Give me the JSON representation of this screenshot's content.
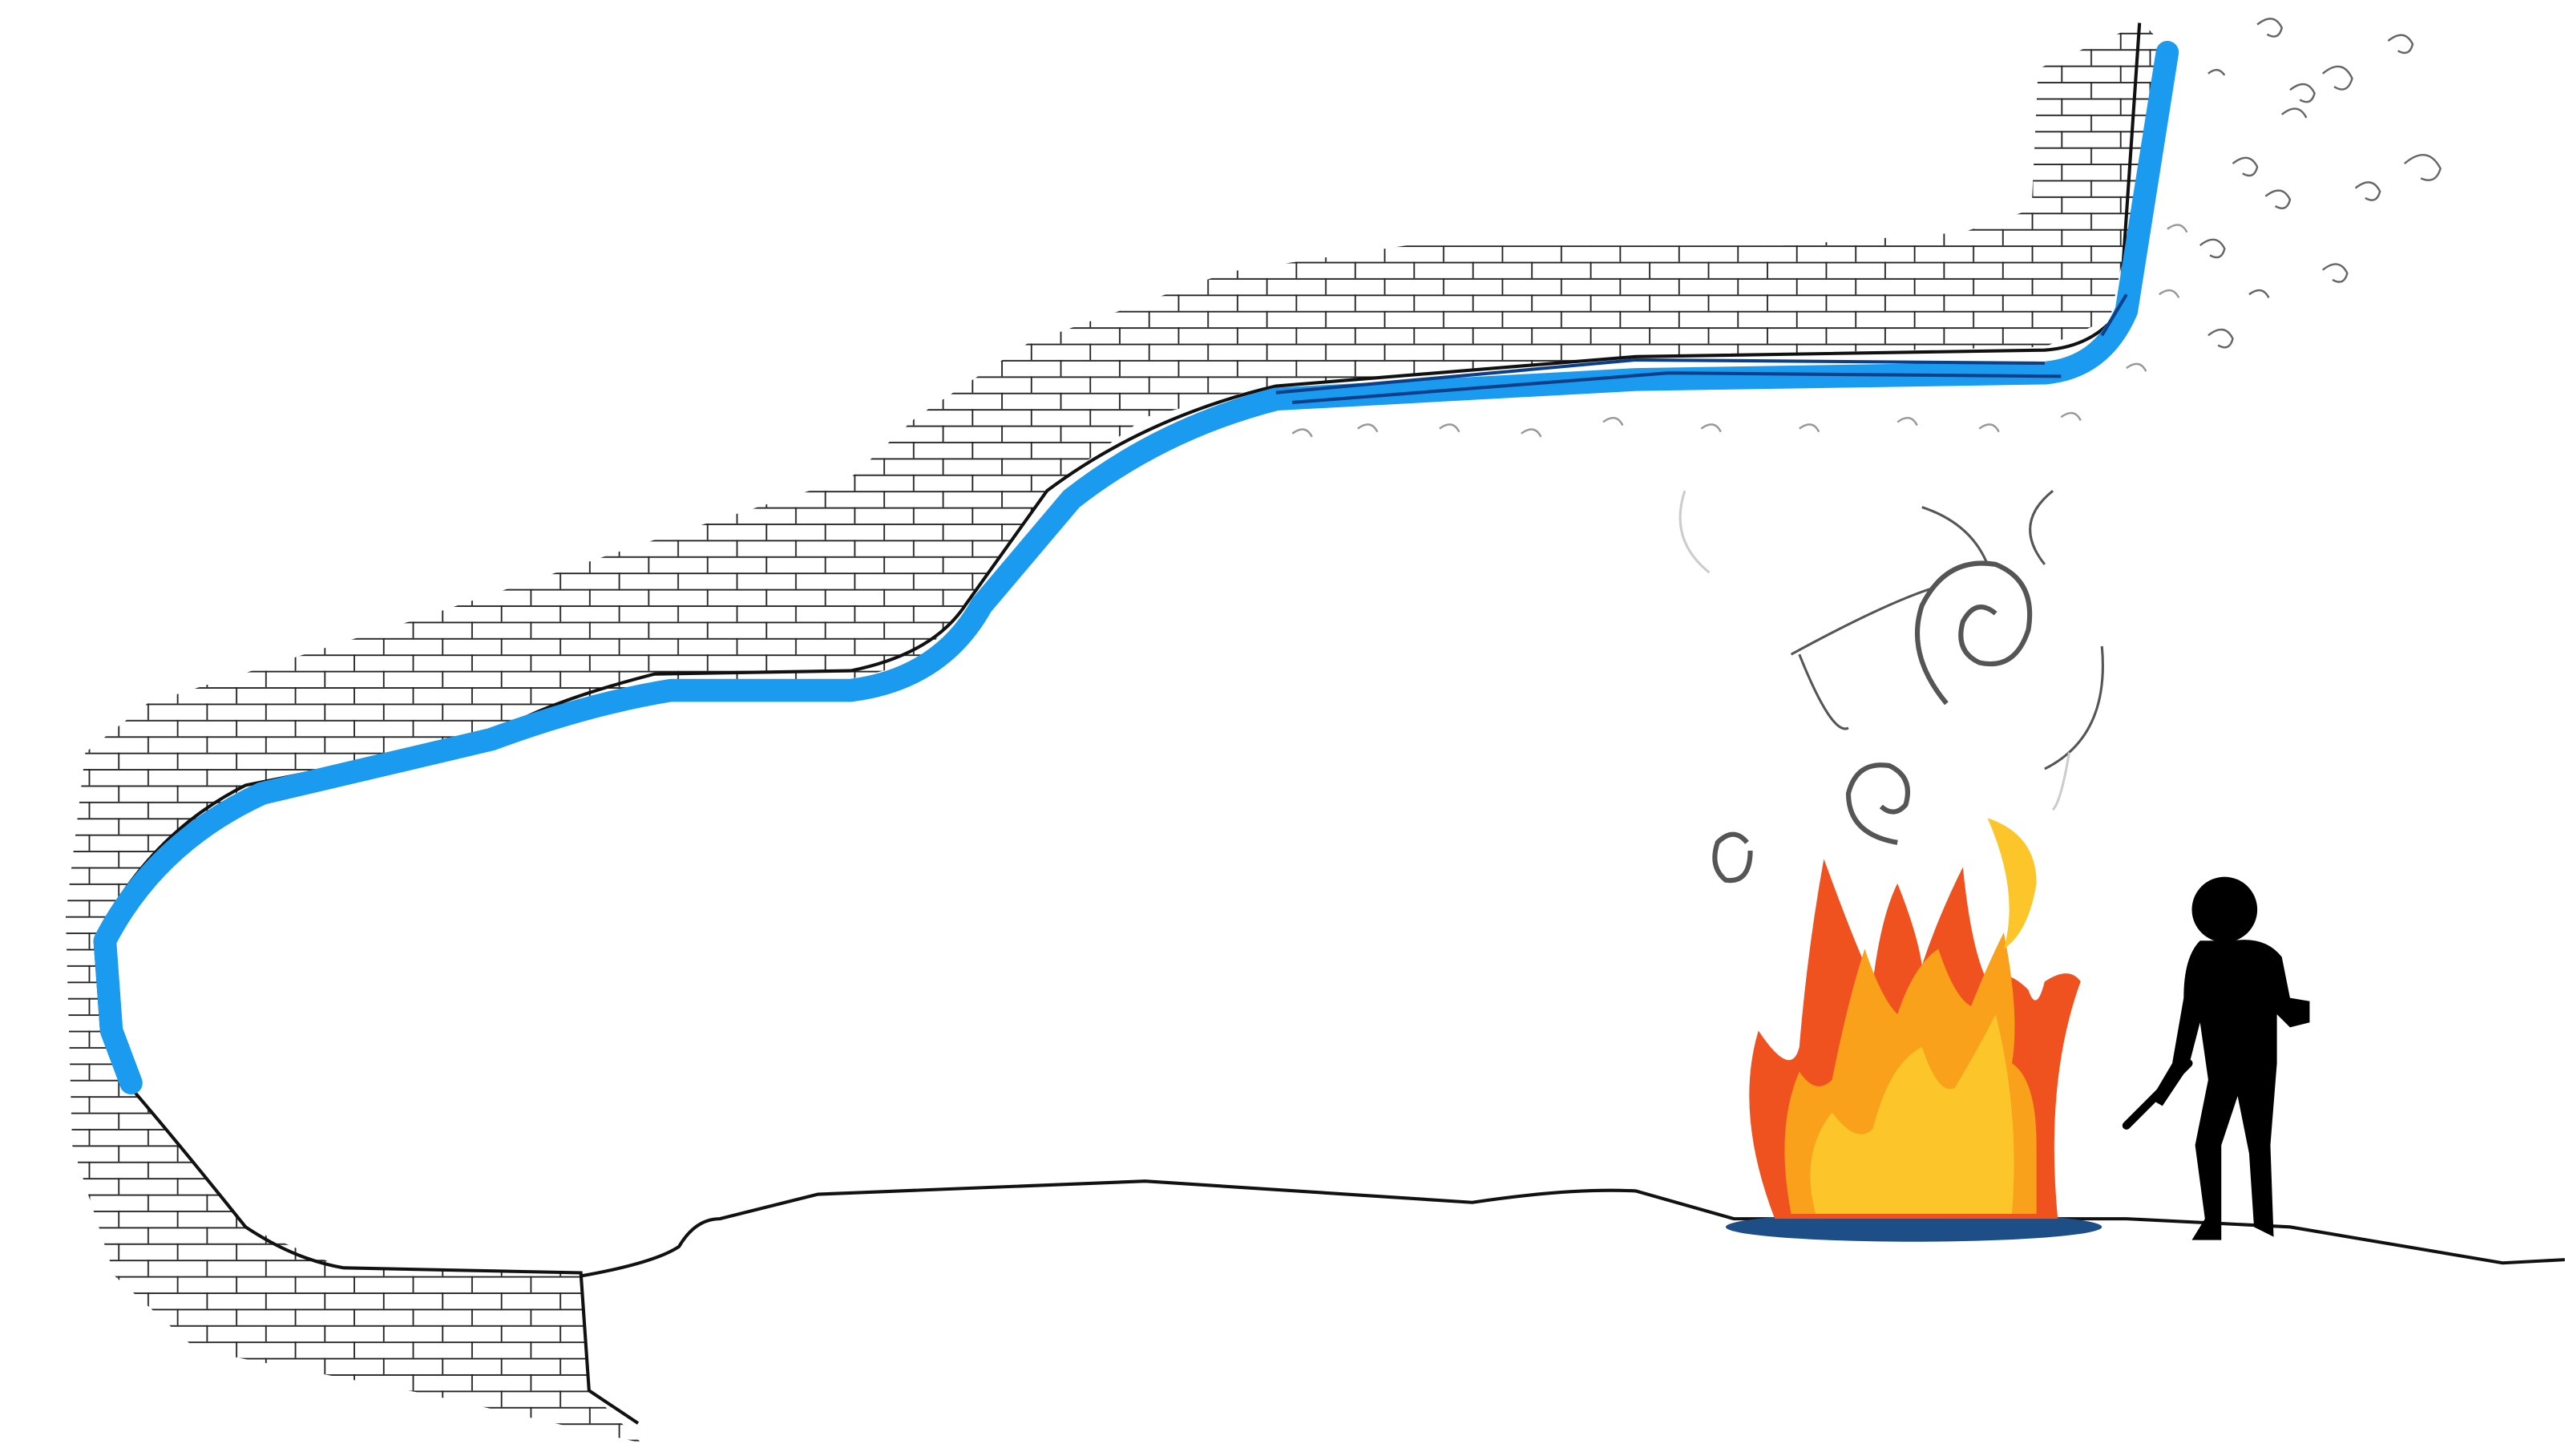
{
  "scene": {
    "colors": {
      "background": "#ffffff",
      "stream": "#1a9bef",
      "outline": "#111111",
      "brick_line": "#222222",
      "flame_outer": "#f0521f",
      "flame_mid": "#f9a11b",
      "flame_inner": "#fcc52a",
      "fire_base": "#1d4f86",
      "silhouette": "#000000",
      "smoke": "#555555"
    },
    "elements": [
      "brick-wall",
      "blue-stream",
      "cave-outline",
      "ground-line",
      "campfire",
      "smoke-swirls",
      "human-silhouette",
      "debris-swirls"
    ]
  }
}
